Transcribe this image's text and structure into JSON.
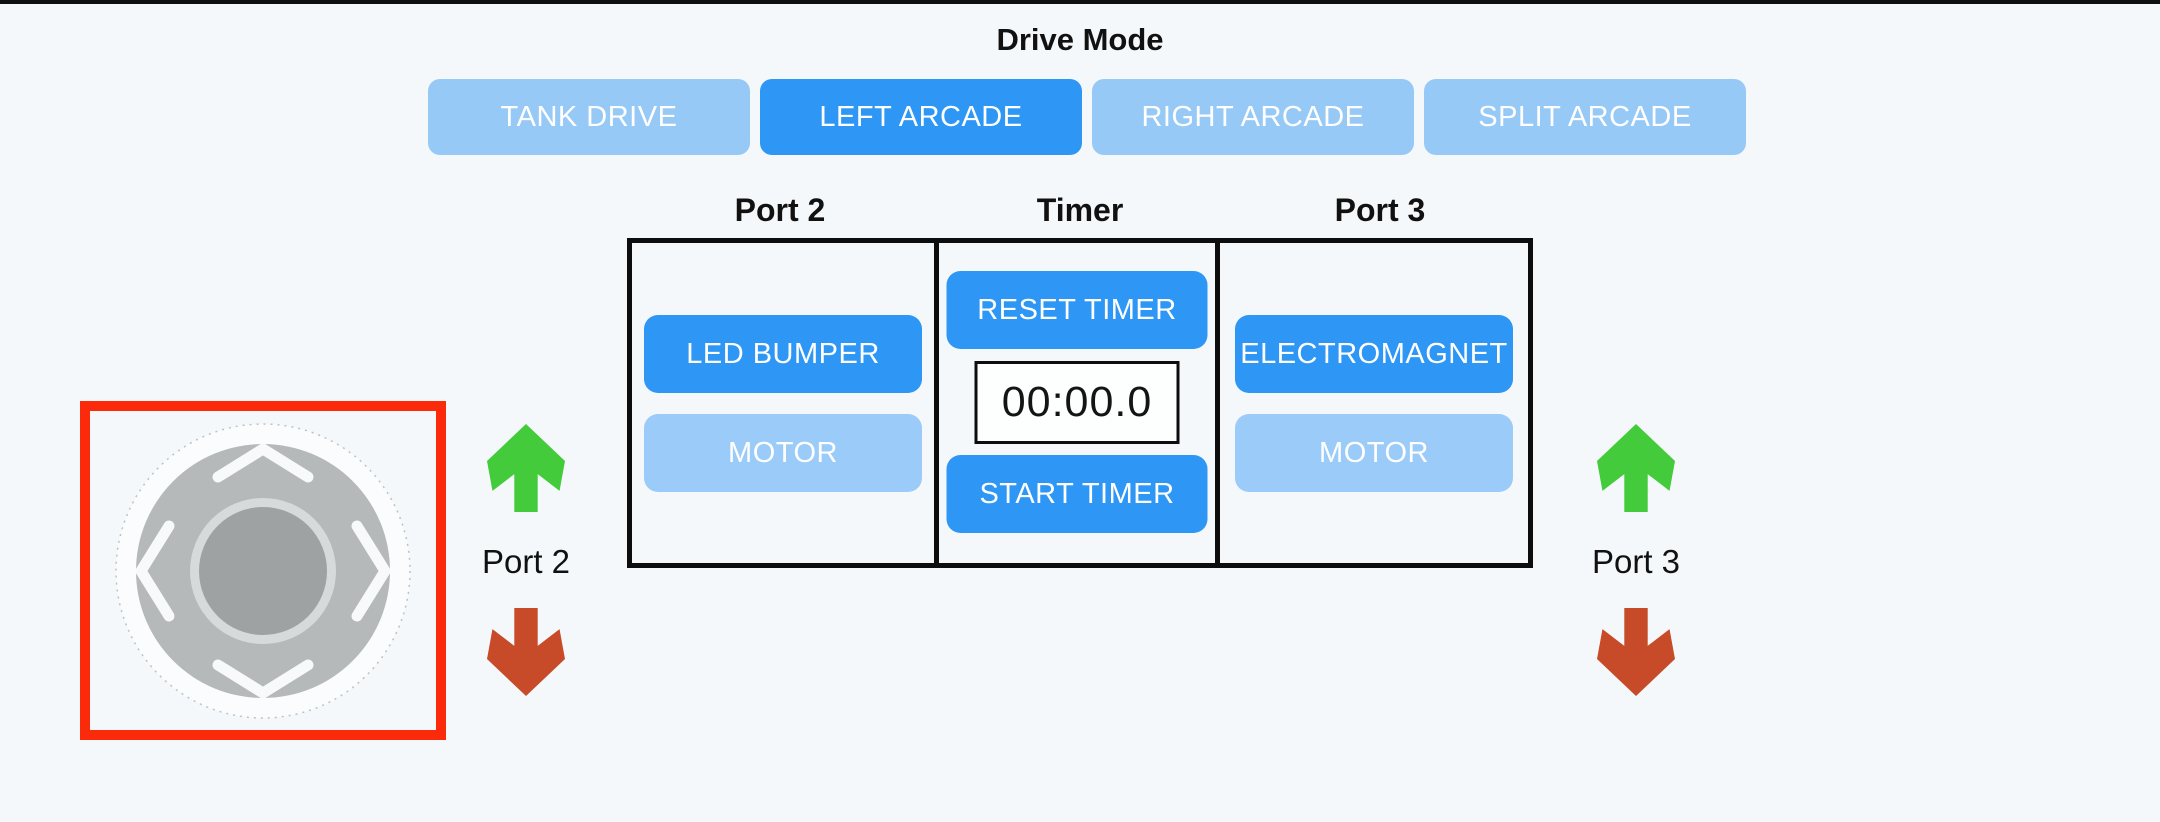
{
  "app": {
    "background_color": "#F5F8FA",
    "top_bar_color": "#0F0F0F",
    "accent_blue_active": "#2E96F5",
    "accent_blue_inactive": "#97C9F7"
  },
  "drive_mode": {
    "title": "Drive Mode",
    "options": [
      {
        "label": "TANK DRIVE",
        "active": false
      },
      {
        "label": "LEFT ARCADE",
        "active": true
      },
      {
        "label": "RIGHT ARCADE",
        "active": false
      },
      {
        "label": "SPLIT ARCADE",
        "active": false
      }
    ]
  },
  "panel": {
    "columns": [
      {
        "header": "Port 2",
        "buttons": [
          {
            "label": "LED BUMPER",
            "active": true
          },
          {
            "label": "MOTOR",
            "active": false
          }
        ]
      },
      {
        "header": "Timer",
        "reset_label": "RESET TIMER",
        "display": "00:00.0",
        "start_label": "START TIMER"
      },
      {
        "header": "Port 3",
        "buttons": [
          {
            "label": "ELECTROMAGNET",
            "active": true
          },
          {
            "label": "MOTOR",
            "active": false
          }
        ]
      }
    ]
  },
  "joystick": {
    "selected": true,
    "selection_border_color": "#FA2A0B",
    "pad_color": "#B5B9BA",
    "knob_color": "#9EA2A3",
    "knob_ring_color": "#D7DADB"
  },
  "indicators": {
    "left": {
      "label": "Port 2",
      "up_color": "#43CB3B",
      "down_color": "#C74A29"
    },
    "right": {
      "label": "Port 3",
      "up_color": "#43CB3B",
      "down_color": "#C74A29"
    }
  }
}
